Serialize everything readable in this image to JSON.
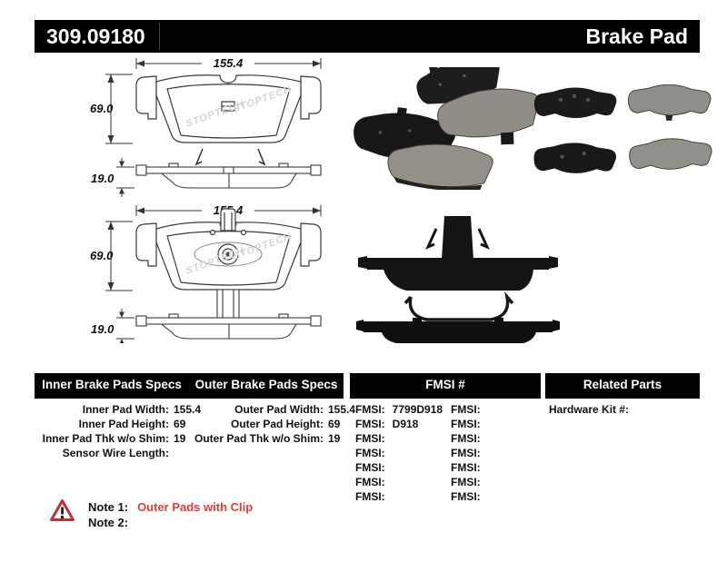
{
  "header": {
    "part_number": "309.09180",
    "title": "Brake Pad"
  },
  "drawings": {
    "watermark": "STOPTECH",
    "width_label": "155.4",
    "height_label": "69.0",
    "thickness_label": "19.0"
  },
  "sections": {
    "inner": {
      "header": "Inner Brake Pads Specs",
      "rows": [
        {
          "label": "Inner Pad Width:",
          "value": "155.4"
        },
        {
          "label": "Inner Pad Height:",
          "value": "69"
        },
        {
          "label": "Inner Pad Thk w/o Shim:",
          "value": "19"
        },
        {
          "label": "Sensor Wire Length:",
          "value": ""
        }
      ]
    },
    "outer": {
      "header": "Outer Brake Pads Specs",
      "rows": [
        {
          "label": "Outer Pad Width:",
          "value": "155.4"
        },
        {
          "label": "Outer Pad Height:",
          "value": "69"
        },
        {
          "label": "Outer Pad Thk w/o Shim:",
          "value": "19"
        }
      ]
    },
    "fmsi": {
      "header": "FMSI #",
      "left": [
        {
          "label": "FMSI:",
          "value": "7799D918"
        },
        {
          "label": "FMSI:",
          "value": "D918"
        },
        {
          "label": "FMSI:",
          "value": ""
        },
        {
          "label": "FMSI:",
          "value": ""
        },
        {
          "label": "FMSI:",
          "value": ""
        },
        {
          "label": "FMSI:",
          "value": ""
        },
        {
          "label": "FMSI:",
          "value": ""
        }
      ],
      "right": [
        {
          "label": "FMSI:",
          "value": ""
        },
        {
          "label": "FMSI:",
          "value": ""
        },
        {
          "label": "FMSI:",
          "value": ""
        },
        {
          "label": "FMSI:",
          "value": ""
        },
        {
          "label": "FMSI:",
          "value": ""
        },
        {
          "label": "FMSI:",
          "value": ""
        },
        {
          "label": "FMSI:",
          "value": ""
        }
      ]
    },
    "related": {
      "header": "Related Parts",
      "rows": [
        {
          "label": "Hardware Kit #:",
          "value": ""
        }
      ]
    }
  },
  "notes": {
    "note1_label": "Note 1:",
    "note1_text": "Outer Pads with Clip",
    "note2_label": "Note 2:",
    "note2_text": ""
  },
  "colors": {
    "bar_bg": "#000000",
    "bar_text": "#ffffff",
    "note_red": "#e03c38",
    "warning_red": "#c4302e"
  }
}
